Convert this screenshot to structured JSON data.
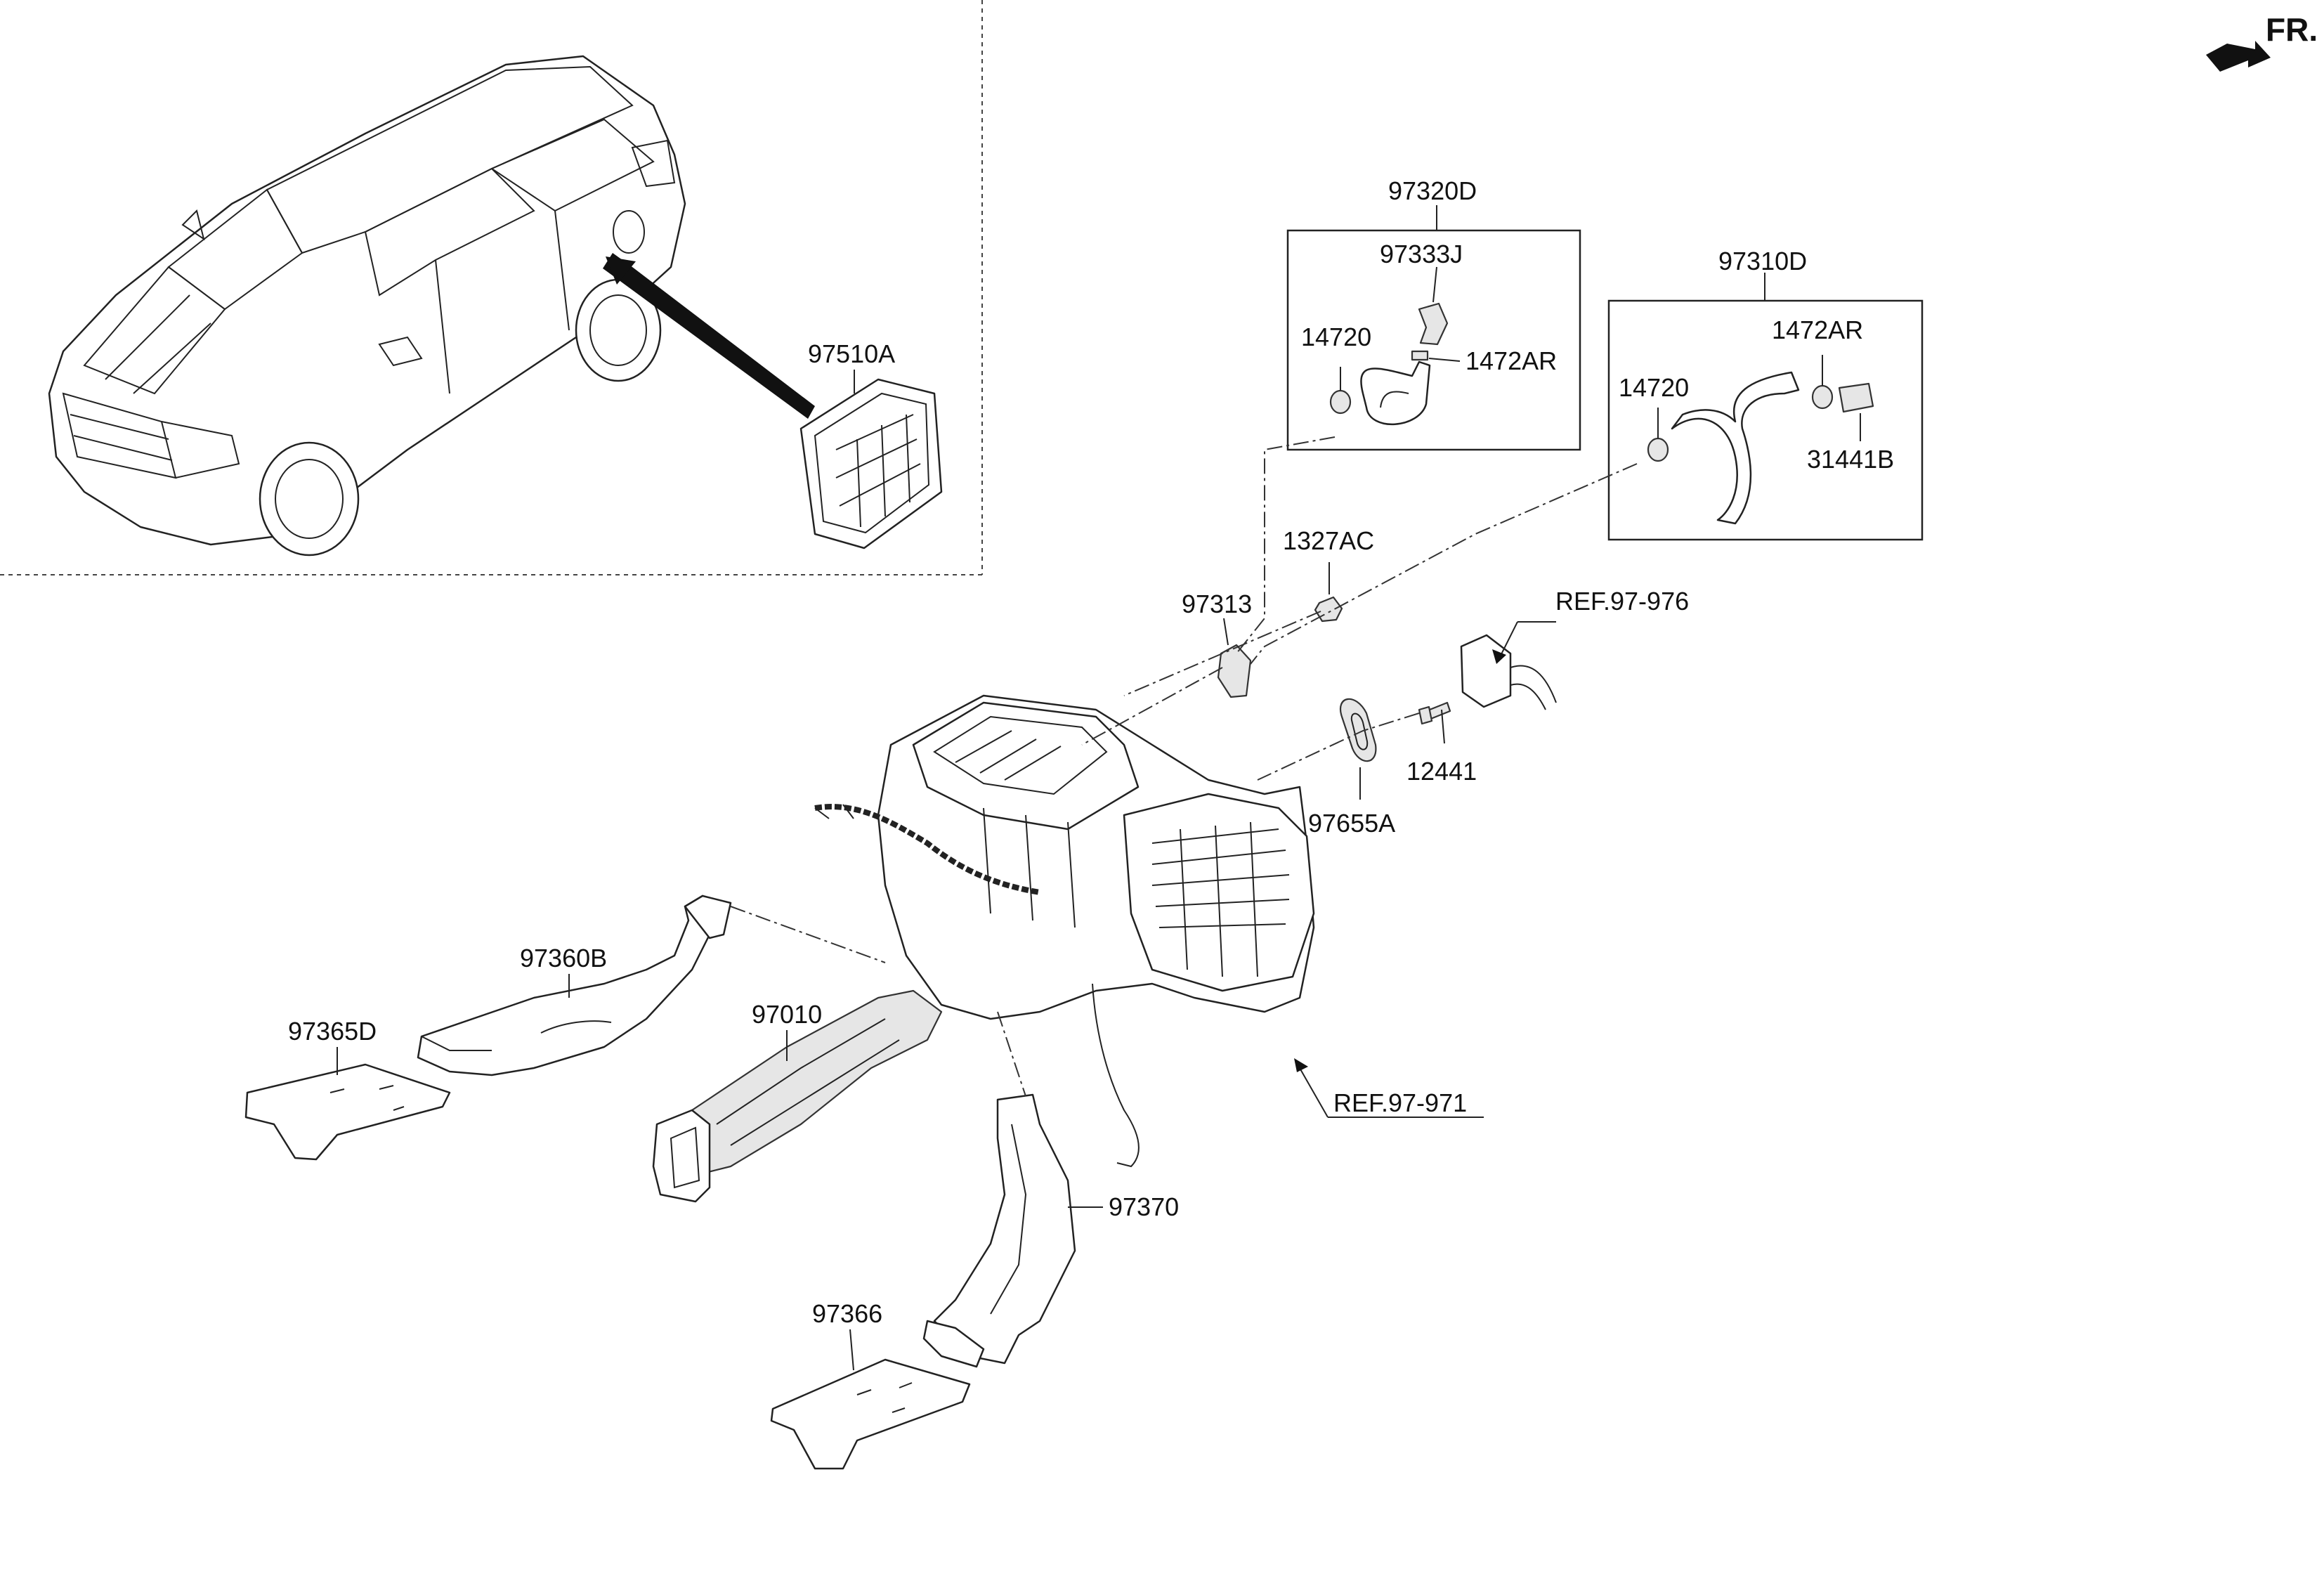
{
  "direction_label": "FR.",
  "labels": {
    "p97510A": "97510A",
    "p97320D": "97320D",
    "p97333J": "97333J",
    "p14720_a": "14720",
    "p1472AR_a": "1472AR",
    "p97310D": "97310D",
    "p1472AR_b": "1472AR",
    "p14720_b": "14720",
    "p31441B": "31441B",
    "p1327AC": "1327AC",
    "p97313": "97313",
    "ref_97_976": "REF.97-976",
    "p12441": "12441",
    "p97655A": "97655A",
    "p97360B": "97360B",
    "p97365D": "97365D",
    "p97010": "97010",
    "ref_97_971": "REF.97-971",
    "p97370": "97370",
    "p97366": "97366"
  },
  "colors": {
    "line": "#222222",
    "fill_gray": "#e6e6e6",
    "text": "#111111"
  }
}
